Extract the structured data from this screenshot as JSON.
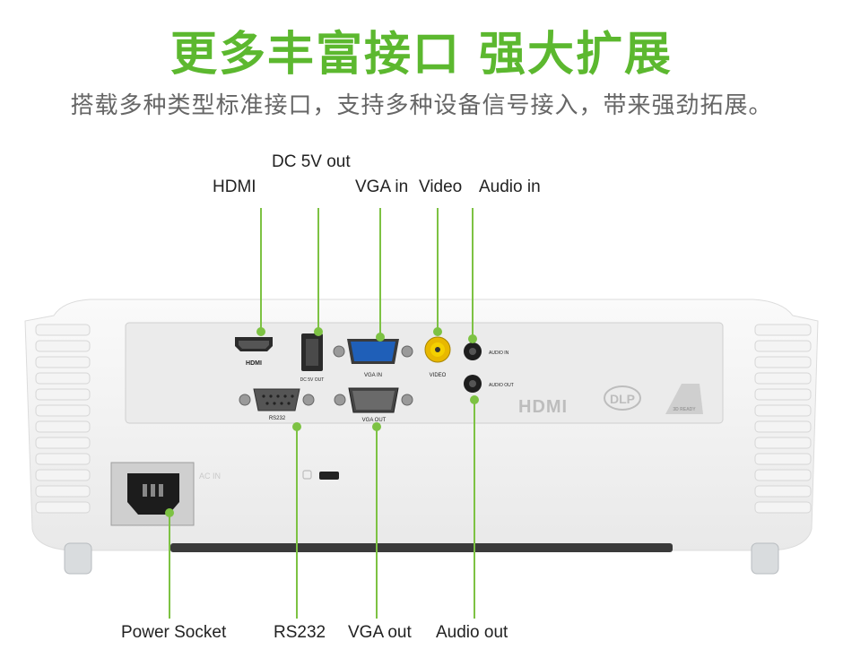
{
  "header": {
    "title": "更多丰富接口 强大扩展",
    "subtitle": "搭载多种类型标准接口，支持多种设备信号接入，带来强劲拓展。"
  },
  "callouts_top": {
    "hdmi": "HDMI",
    "dc5v": "DC 5V out",
    "vga_in": "VGA in",
    "video": "Video",
    "audio_in": "Audio in"
  },
  "callouts_bottom": {
    "power": "Power Socket",
    "rs232": "RS232",
    "vga_out": "VGA out",
    "audio_out": "Audio out"
  },
  "panel_labels": {
    "hdmi": "HDMI",
    "dc5v": "DC 5V OUT",
    "vga_in": "VGA IN",
    "video": "VIDEO",
    "audio_in": "AUDIO IN",
    "audio_out": "AUDIO OUT",
    "rs232": "RS232",
    "vga_out": "VGA OUT",
    "ac_in": "AC IN"
  },
  "logos": {
    "hdmi": "HDMI",
    "dlp": "DLP",
    "ready": "3D READY"
  },
  "colors": {
    "accent_green": "#5cb82f",
    "callout_line": "#7dc243"
  }
}
